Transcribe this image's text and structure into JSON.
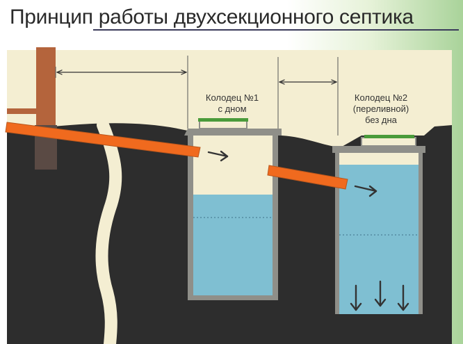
{
  "title": "Принцип работы двухсекционного септика",
  "well1": {
    "line1": "Колодец №1",
    "line2": "с дном"
  },
  "well2": {
    "line1": "Колодец №2",
    "line2": "(переливной)",
    "line3": "без дна"
  },
  "colors": {
    "soil": "#2d2d2d",
    "sand": "#f4eed2",
    "water": "#7fbfd2",
    "concrete": "#8f8f89",
    "pipe": "#f06a1e",
    "wood": "#b4643c",
    "lid": "#4a9b3a",
    "arrow": "#333333"
  }
}
